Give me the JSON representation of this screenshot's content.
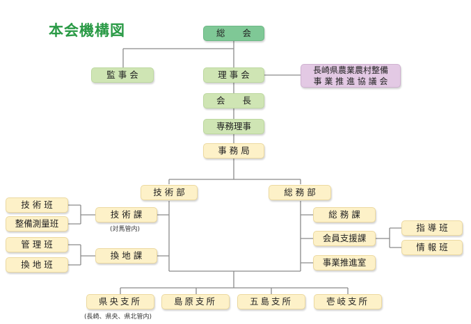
{
  "title": "本会機構図",
  "nodes": {
    "general_meeting": "総　　会",
    "auditors": "監 事 会",
    "board": "理 事 会",
    "council_line1": "長崎県農業農村整備",
    "council_line2": "事 業 推 進 協 議 会",
    "president": "会　　長",
    "managing_director": "専務理事",
    "secretariat": "事 務 局",
    "technical_dept": "技 術 部",
    "general_affairs_dept": "総 務 部",
    "technical_section": "技 術 課",
    "technical_section_note": "(対馬管内)",
    "technical_team": "技 術 班",
    "survey_team": "整備測量班",
    "land_section": "換 地 課",
    "management_team": "管 理 班",
    "land_team": "換 地 班",
    "general_affairs_section": "総 務 課",
    "member_support_section": "会員支援課",
    "guidance_team": "指 導 班",
    "information_team": "情 報 班",
    "project_promotion_office": "事業推進室",
    "kenou_branch": "県央支所",
    "kenou_branch_note": "(長崎、県央、県北管内)",
    "shimabara_branch": "島原支所",
    "goto_branch": "五島支所",
    "iki_branch": "壱岐支所"
  }
}
